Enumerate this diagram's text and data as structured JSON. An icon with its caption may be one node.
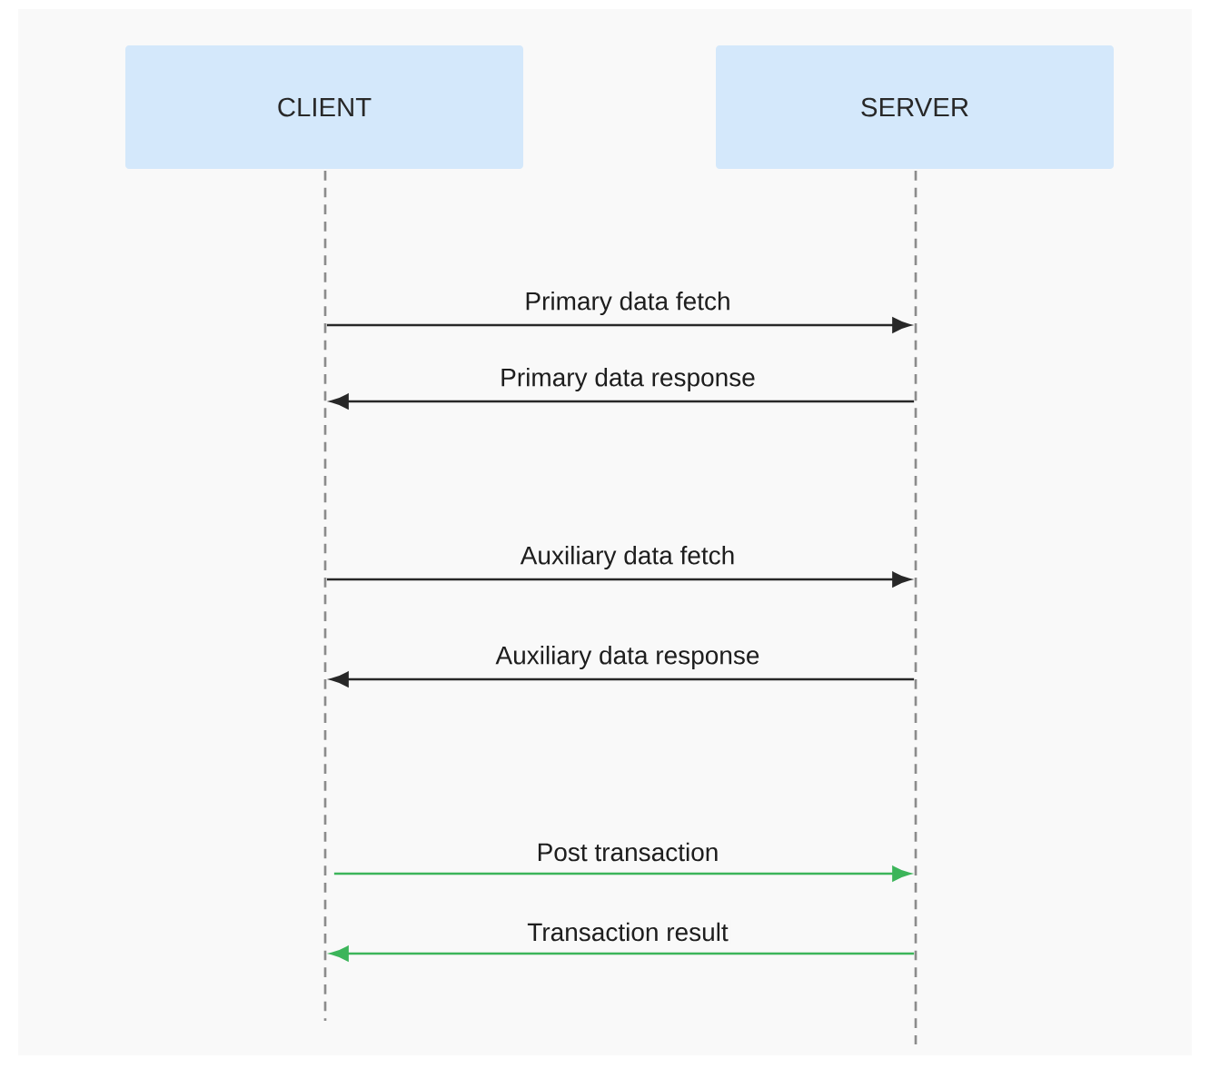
{
  "diagram": {
    "nodes": [
      {
        "text": [
          "CLIENT"
        ]
      },
      {
        "text": [
          "SERVER"
        ]
      },
      {
        "text": [],
        "shape": "line"
      },
      {
        "text": [],
        "shape": "line"
      }
    ],
    "edges": [
      {
        "from": 2,
        "to": 3,
        "arrow": "to",
        "label": "Primary data fetch"
      },
      {
        "from": 3,
        "to": 2,
        "arrow": "to",
        "label": "Primary data response"
      },
      {
        "from": 2,
        "to": 3,
        "arrow": "to",
        "label": "Auxiliary data fetch"
      },
      {
        "from": 3,
        "to": 2,
        "arrow": "to",
        "label": "Auxiliary data response"
      },
      {
        "from": 2,
        "to": 3,
        "arrow": "to",
        "label": "Post transaction",
        "color": "#3cb55a"
      },
      {
        "from": 3,
        "to": 2,
        "arrow": "to",
        "label": "Transaction result",
        "color": "#3cb55a"
      }
    ]
  }
}
